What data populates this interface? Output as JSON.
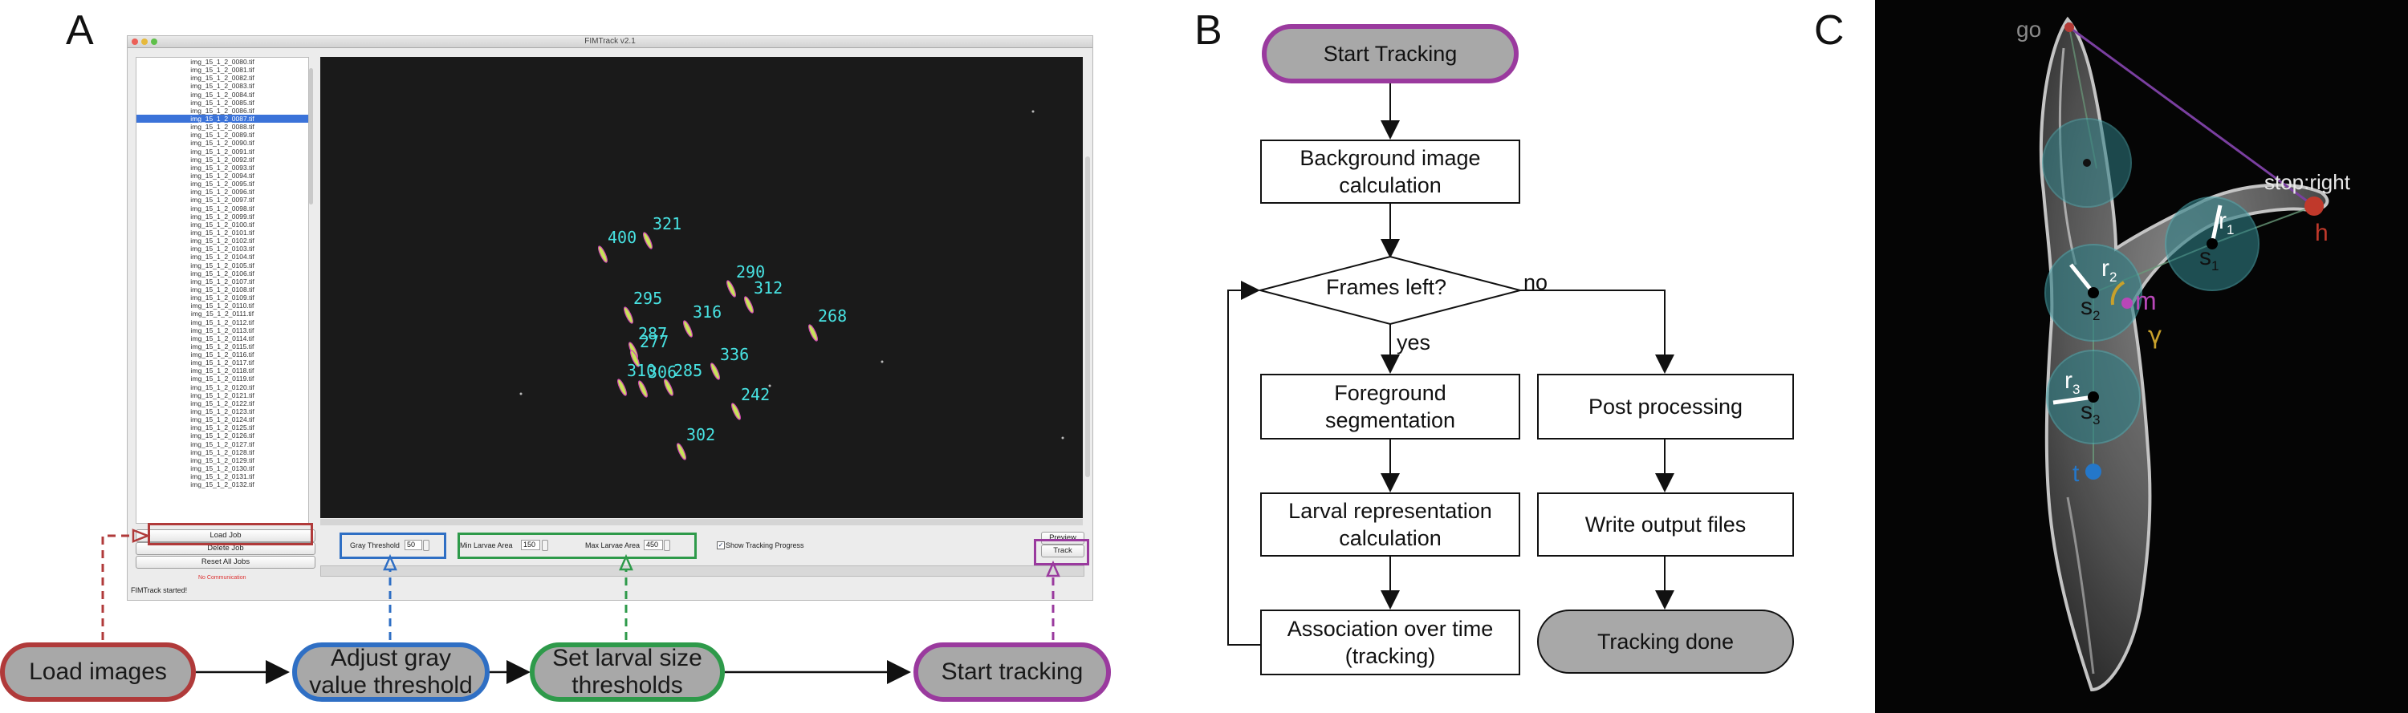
{
  "panels": {
    "a": "A",
    "b": "B",
    "c": "C"
  },
  "app": {
    "window_title": "FIMTrack v2.1",
    "files": [
      "img_15_1_2_0080.tif",
      "img_15_1_2_0081.tif",
      "img_15_1_2_0082.tif",
      "img_15_1_2_0083.tif",
      "img_15_1_2_0084.tif",
      "img_15_1_2_0085.tif",
      "img_15_1_2_0086.tif",
      "img_15_1_2_0087.tif",
      "img_15_1_2_0088.tif",
      "img_15_1_2_0089.tif",
      "img_15_1_2_0090.tif",
      "img_15_1_2_0091.tif",
      "img_15_1_2_0092.tif",
      "img_15_1_2_0093.tif",
      "img_15_1_2_0094.tif",
      "img_15_1_2_0095.tif",
      "img_15_1_2_0096.tif",
      "img_15_1_2_0097.tif",
      "img_15_1_2_0098.tif",
      "img_15_1_2_0099.tif",
      "img_15_1_2_0100.tif",
      "img_15_1_2_0101.tif",
      "img_15_1_2_0102.tif",
      "img_15_1_2_0103.tif",
      "img_15_1_2_0104.tif",
      "img_15_1_2_0105.tif",
      "img_15_1_2_0106.tif",
      "img_15_1_2_0107.tif",
      "img_15_1_2_0108.tif",
      "img_15_1_2_0109.tif",
      "img_15_1_2_0110.tif",
      "img_15_1_2_0111.tif",
      "img_15_1_2_0112.tif",
      "img_15_1_2_0113.tif",
      "img_15_1_2_0114.tif",
      "img_15_1_2_0115.tif",
      "img_15_1_2_0116.tif",
      "img_15_1_2_0117.tif",
      "img_15_1_2_0118.tif",
      "img_15_1_2_0119.tif",
      "img_15_1_2_0120.tif",
      "img_15_1_2_0121.tif",
      "img_15_1_2_0122.tif",
      "img_15_1_2_0123.tif",
      "img_15_1_2_0124.tif",
      "img_15_1_2_0125.tif",
      "img_15_1_2_0126.tif",
      "img_15_1_2_0127.tif",
      "img_15_1_2_0128.tif",
      "img_15_1_2_0129.tif",
      "img_15_1_2_0130.tif",
      "img_15_1_2_0131.tif",
      "img_15_1_2_0132.tif"
    ],
    "selected_file": "img_15_1_2_0087.tif",
    "buttons": {
      "load_job": "Load Job",
      "delete_job": "Delete Job",
      "reset_all_jobs": "Reset All Jobs",
      "preview": "Preview",
      "track": "Track"
    },
    "gray_threshold": {
      "label": "Gray Threshold",
      "value": "50"
    },
    "min_larvae_area": {
      "label": "Min Larvae Area",
      "value": "150"
    },
    "max_larvae_area": {
      "label": "Max Larvae Area",
      "value": "450"
    },
    "show_progress": {
      "label": "Show Tracking Progress",
      "checked": true
    },
    "status": "FIMTrack started!",
    "status_small": "No Communication",
    "larvae_ids": [
      "400",
      "321",
      "290",
      "312",
      "295",
      "268",
      "316",
      "287",
      "277",
      "336",
      "310",
      "306",
      "285",
      "242",
      "302"
    ],
    "highlight_colors": {
      "load": "#b03a3a",
      "gray": "#2f6fc4",
      "size": "#2e9a4a",
      "track": "#9a3a9e"
    }
  },
  "workflow": {
    "load_images": "Load images",
    "adjust_gray": [
      "Adjust gray",
      "value threshold"
    ],
    "set_size": [
      "Set larval size",
      "thresholds"
    ],
    "start_tracking": "Start tracking"
  },
  "flowchart": {
    "start": "Start Tracking",
    "background": [
      "Background image",
      "calculation"
    ],
    "decision": "Frames left?",
    "no": "no",
    "yes": "yes",
    "foreground": [
      "Foreground",
      "segmentation"
    ],
    "larval_rep": [
      "Larval representation",
      "calculation"
    ],
    "association": [
      "Association over time",
      "(tracking)"
    ],
    "post": "Post processing",
    "write": "Write output files",
    "done": "Tracking done"
  },
  "larva": {
    "go": "go",
    "stop_right": "stop:right",
    "h": "h",
    "m": "m",
    "t": "t",
    "gamma": "γ",
    "r": "r",
    "s": "s",
    "subscripts": [
      "1",
      "2",
      "3"
    ]
  }
}
